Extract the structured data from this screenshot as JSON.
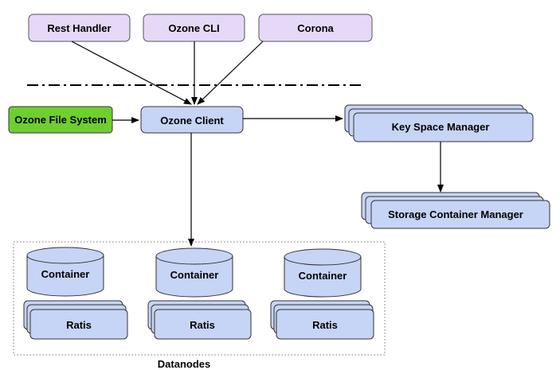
{
  "clients": {
    "rest_handler": "Rest Handler",
    "ozone_cli": "Ozone CLI",
    "corona": "Corona"
  },
  "ozone_file_system": "Ozone File System",
  "ozone_client": "Ozone Client",
  "key_space_manager": "Key Space Manager",
  "storage_container_manager": "Storage Container Manager",
  "datanodes": {
    "label": "Datanodes",
    "nodes": [
      {
        "container": "Container",
        "ratis": "Ratis"
      },
      {
        "container": "Container",
        "ratis": "Ratis"
      },
      {
        "container": "Container",
        "ratis": "Ratis"
      }
    ]
  },
  "colors": {
    "client_fill": "#e6d8f7",
    "component_fill": "#c6d4f5",
    "filesystem_fill": "#6fcf2f"
  }
}
